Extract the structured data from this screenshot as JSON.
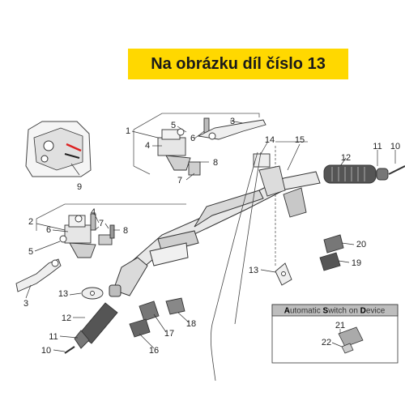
{
  "banner": {
    "text": "Na obrázku díl číslo 13",
    "color": "#ffd800"
  },
  "legend": {
    "title_parts": [
      {
        "cap": "A",
        "rest": "utomatic "
      },
      {
        "cap": "S",
        "rest": "witch on "
      },
      {
        "cap": "D",
        "rest": "evice"
      }
    ]
  },
  "callouts": [
    "1",
    "2",
    "3",
    "3",
    "4",
    "4",
    "5",
    "5",
    "6",
    "6",
    "7",
    "7",
    "8",
    "8",
    "9",
    "10",
    "10",
    "11",
    "11",
    "12",
    "12",
    "13",
    "13",
    "14",
    "15",
    "16",
    "17",
    "18",
    "19",
    "20",
    "21",
    "22"
  ]
}
